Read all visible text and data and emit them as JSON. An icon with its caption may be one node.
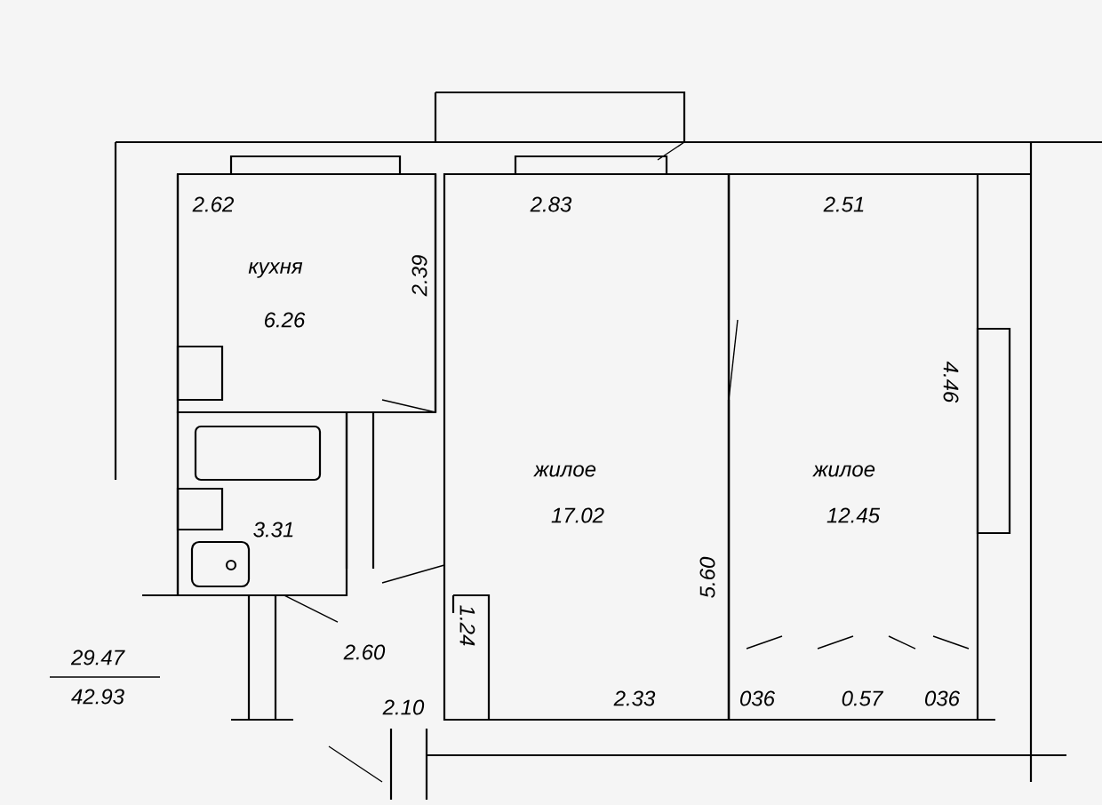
{
  "diagram": {
    "nodes": [
      {
        "text": [
          "кухня",
          "6.26"
        ]
      },
      {
        "text": [
          "жилое",
          "17.02"
        ]
      },
      {
        "text": [
          "жилое",
          "12.45"
        ]
      },
      {
        "text": [
          "3.31"
        ]
      }
    ],
    "edges": [],
    "labels": [
      "2.62",
      "2.83",
      "2.51",
      "2.39",
      "4.46",
      "5.60",
      "2.60",
      "1.24",
      "29.47",
      "42.93",
      "2.10",
      "2.33",
      "036",
      "0.57",
      "036"
    ]
  }
}
